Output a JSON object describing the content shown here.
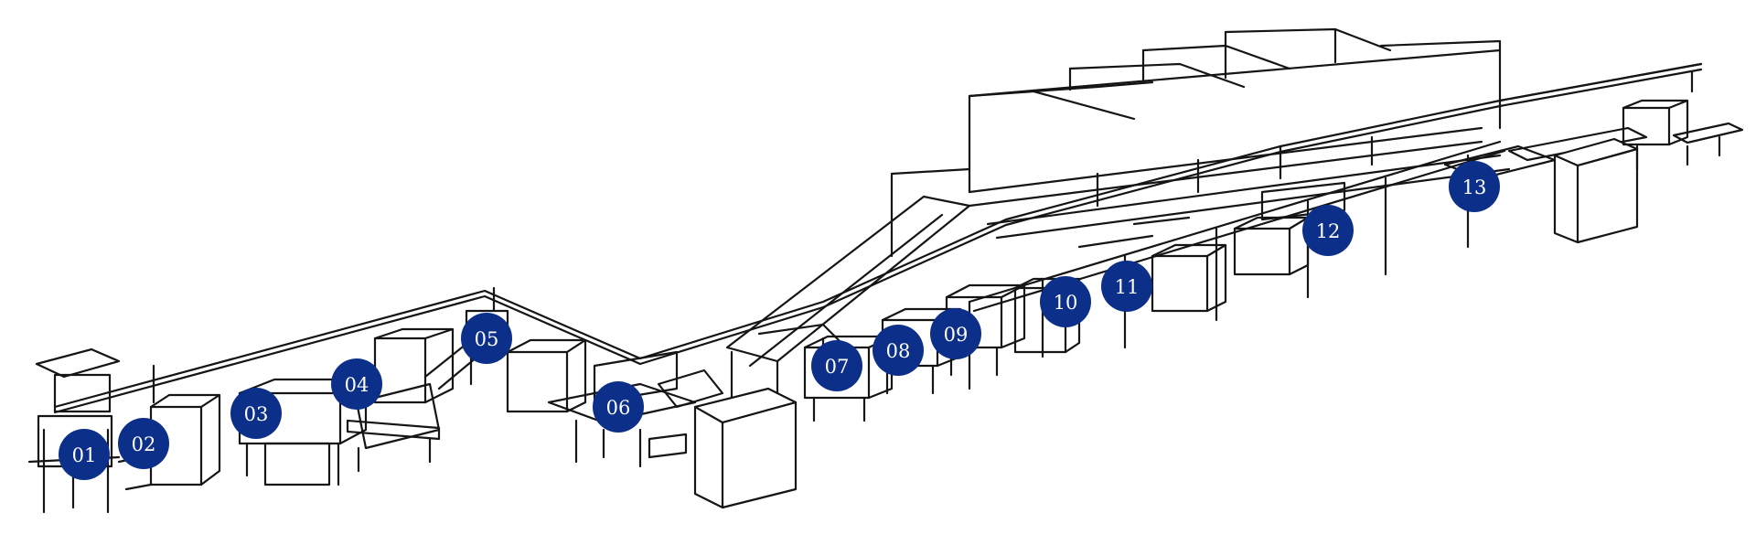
{
  "diagram": {
    "badge_color": "#0c2f8a",
    "stations": [
      {
        "label": "01"
      },
      {
        "label": "02"
      },
      {
        "label": "03"
      },
      {
        "label": "04"
      },
      {
        "label": "05"
      },
      {
        "label": "06"
      },
      {
        "label": "07"
      },
      {
        "label": "08"
      },
      {
        "label": "09"
      },
      {
        "label": "10"
      },
      {
        "label": "11"
      },
      {
        "label": "12"
      },
      {
        "label": "13"
      }
    ]
  }
}
